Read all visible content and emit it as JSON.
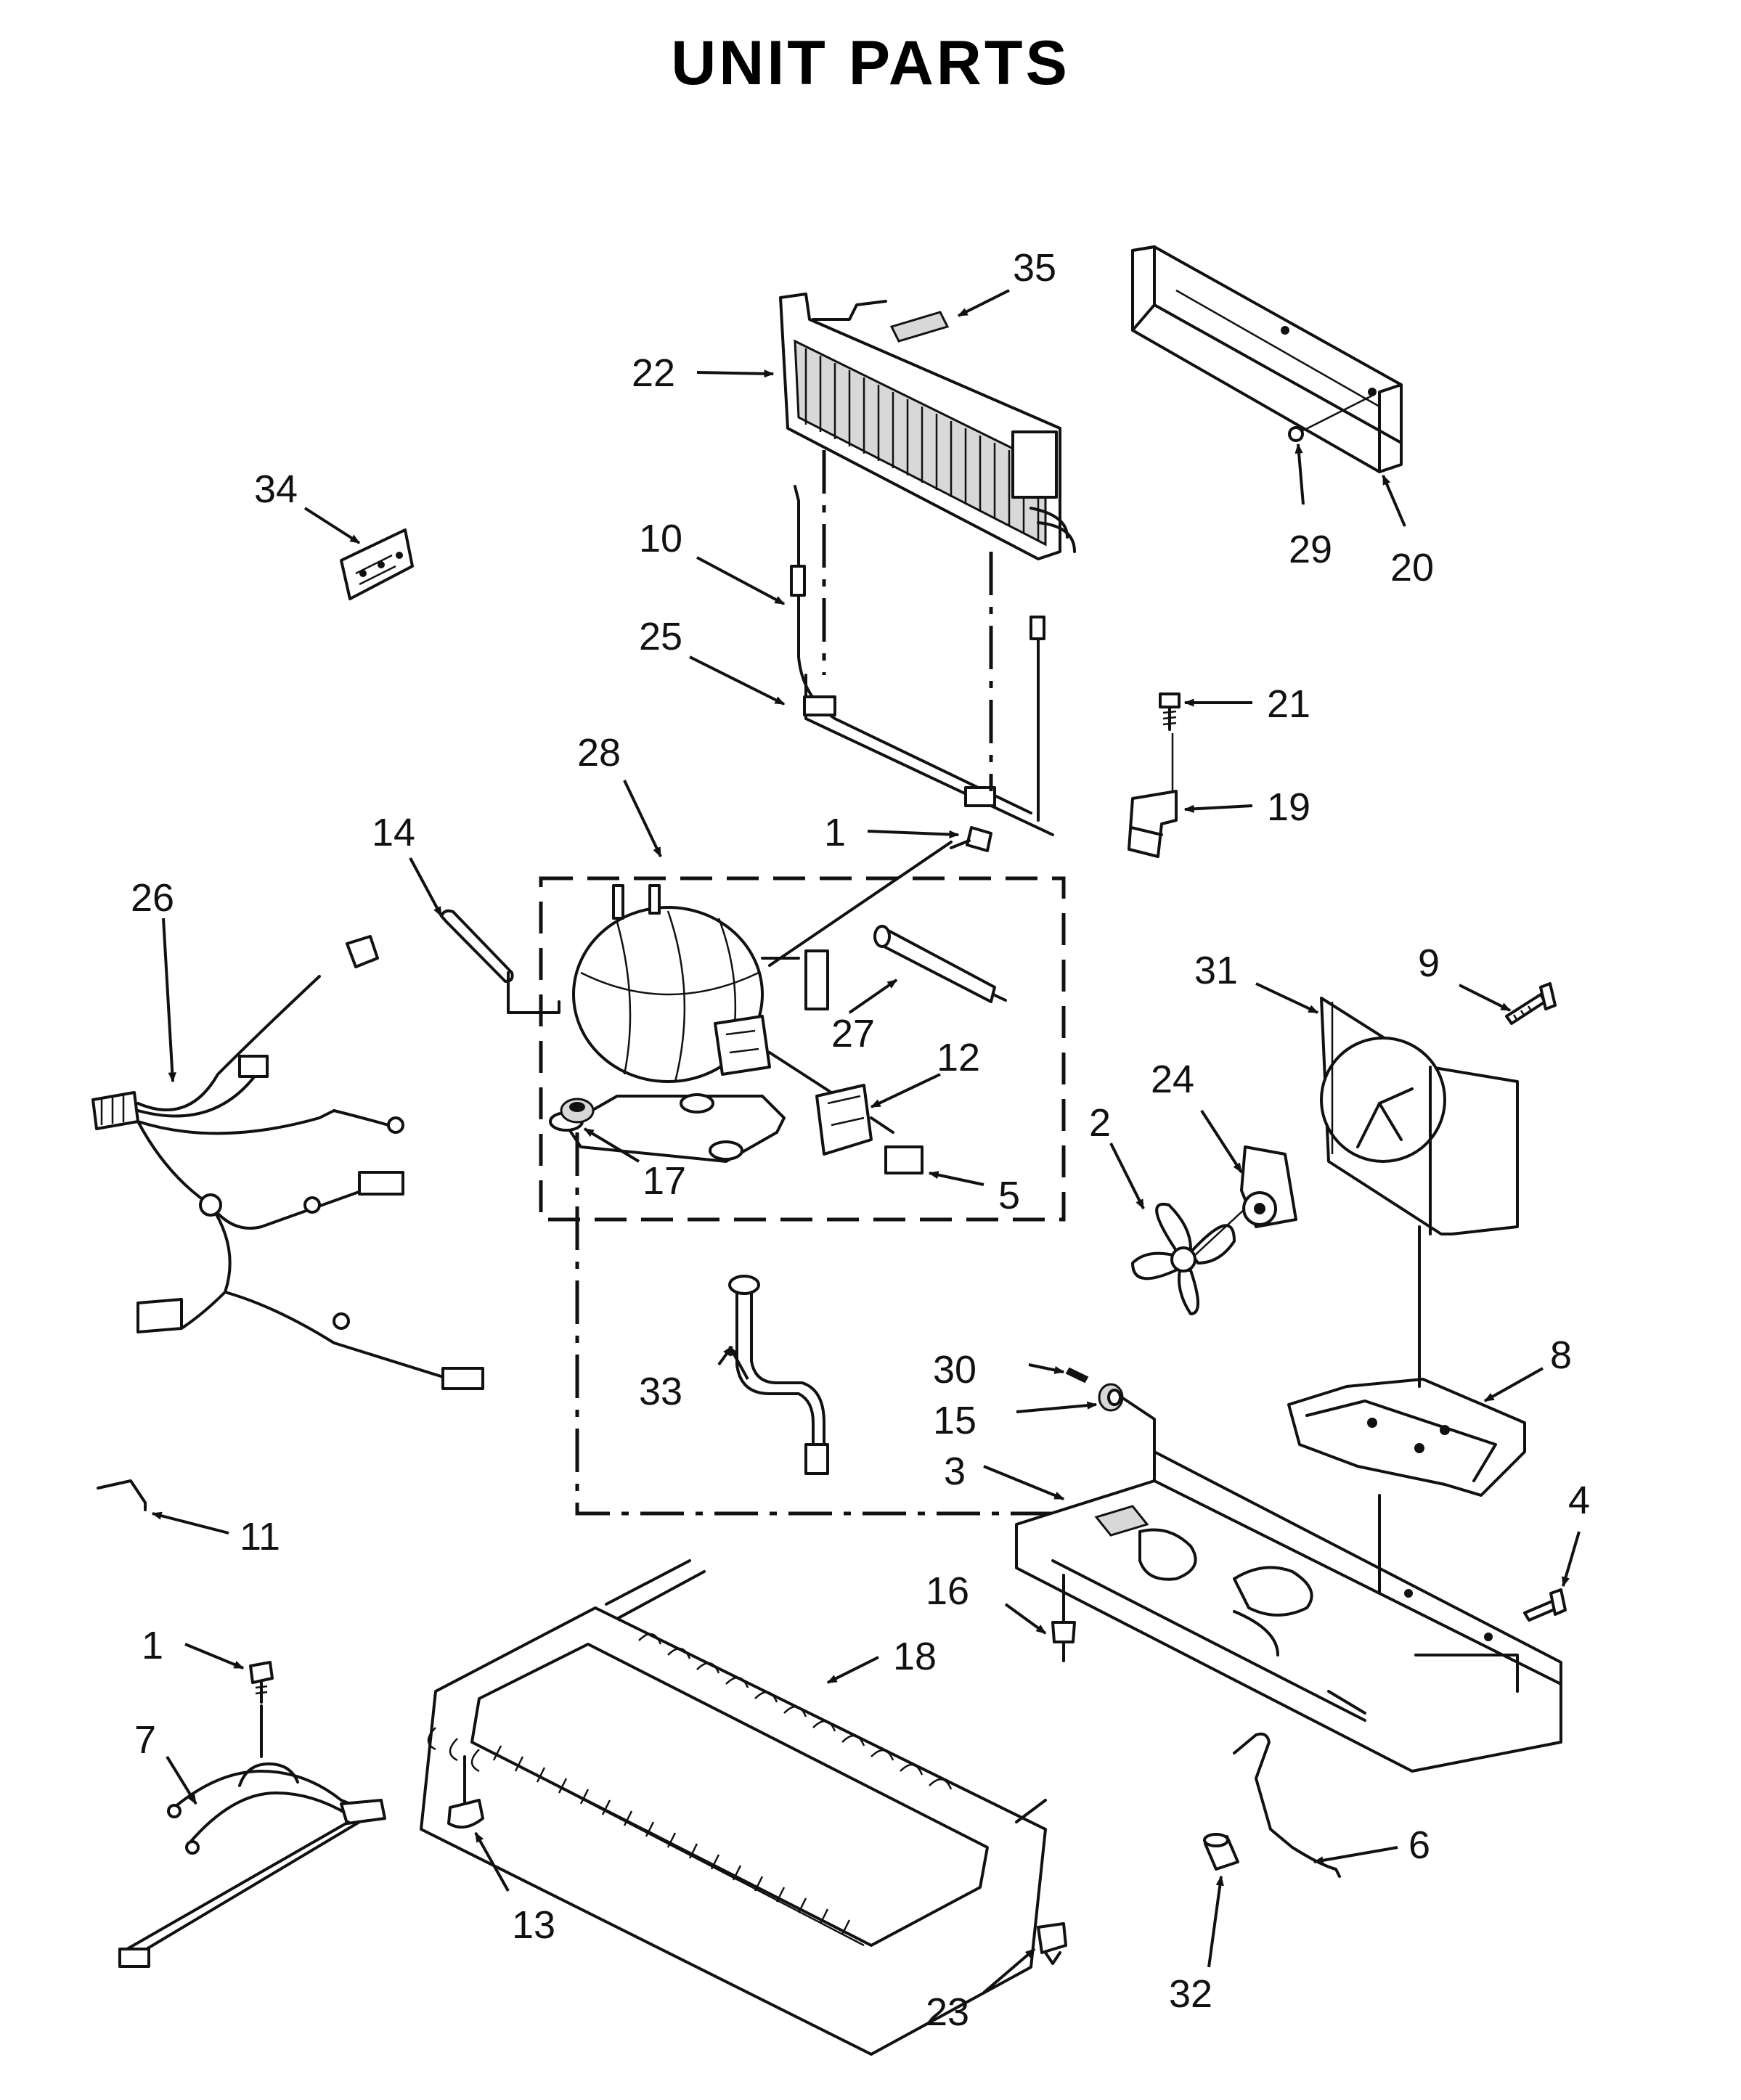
{
  "title": "UNIT  PARTS",
  "callouts": [
    "1",
    "2",
    "3",
    "4",
    "5",
    "6",
    "7",
    "8",
    "9",
    "10",
    "11",
    "12",
    "13",
    "14",
    "15",
    "16",
    "17",
    "18",
    "19",
    "20",
    "21",
    "22",
    "23",
    "24",
    "25",
    "26",
    "27",
    "28",
    "29",
    "30",
    "31",
    "32",
    "33",
    "34",
    "35"
  ]
}
